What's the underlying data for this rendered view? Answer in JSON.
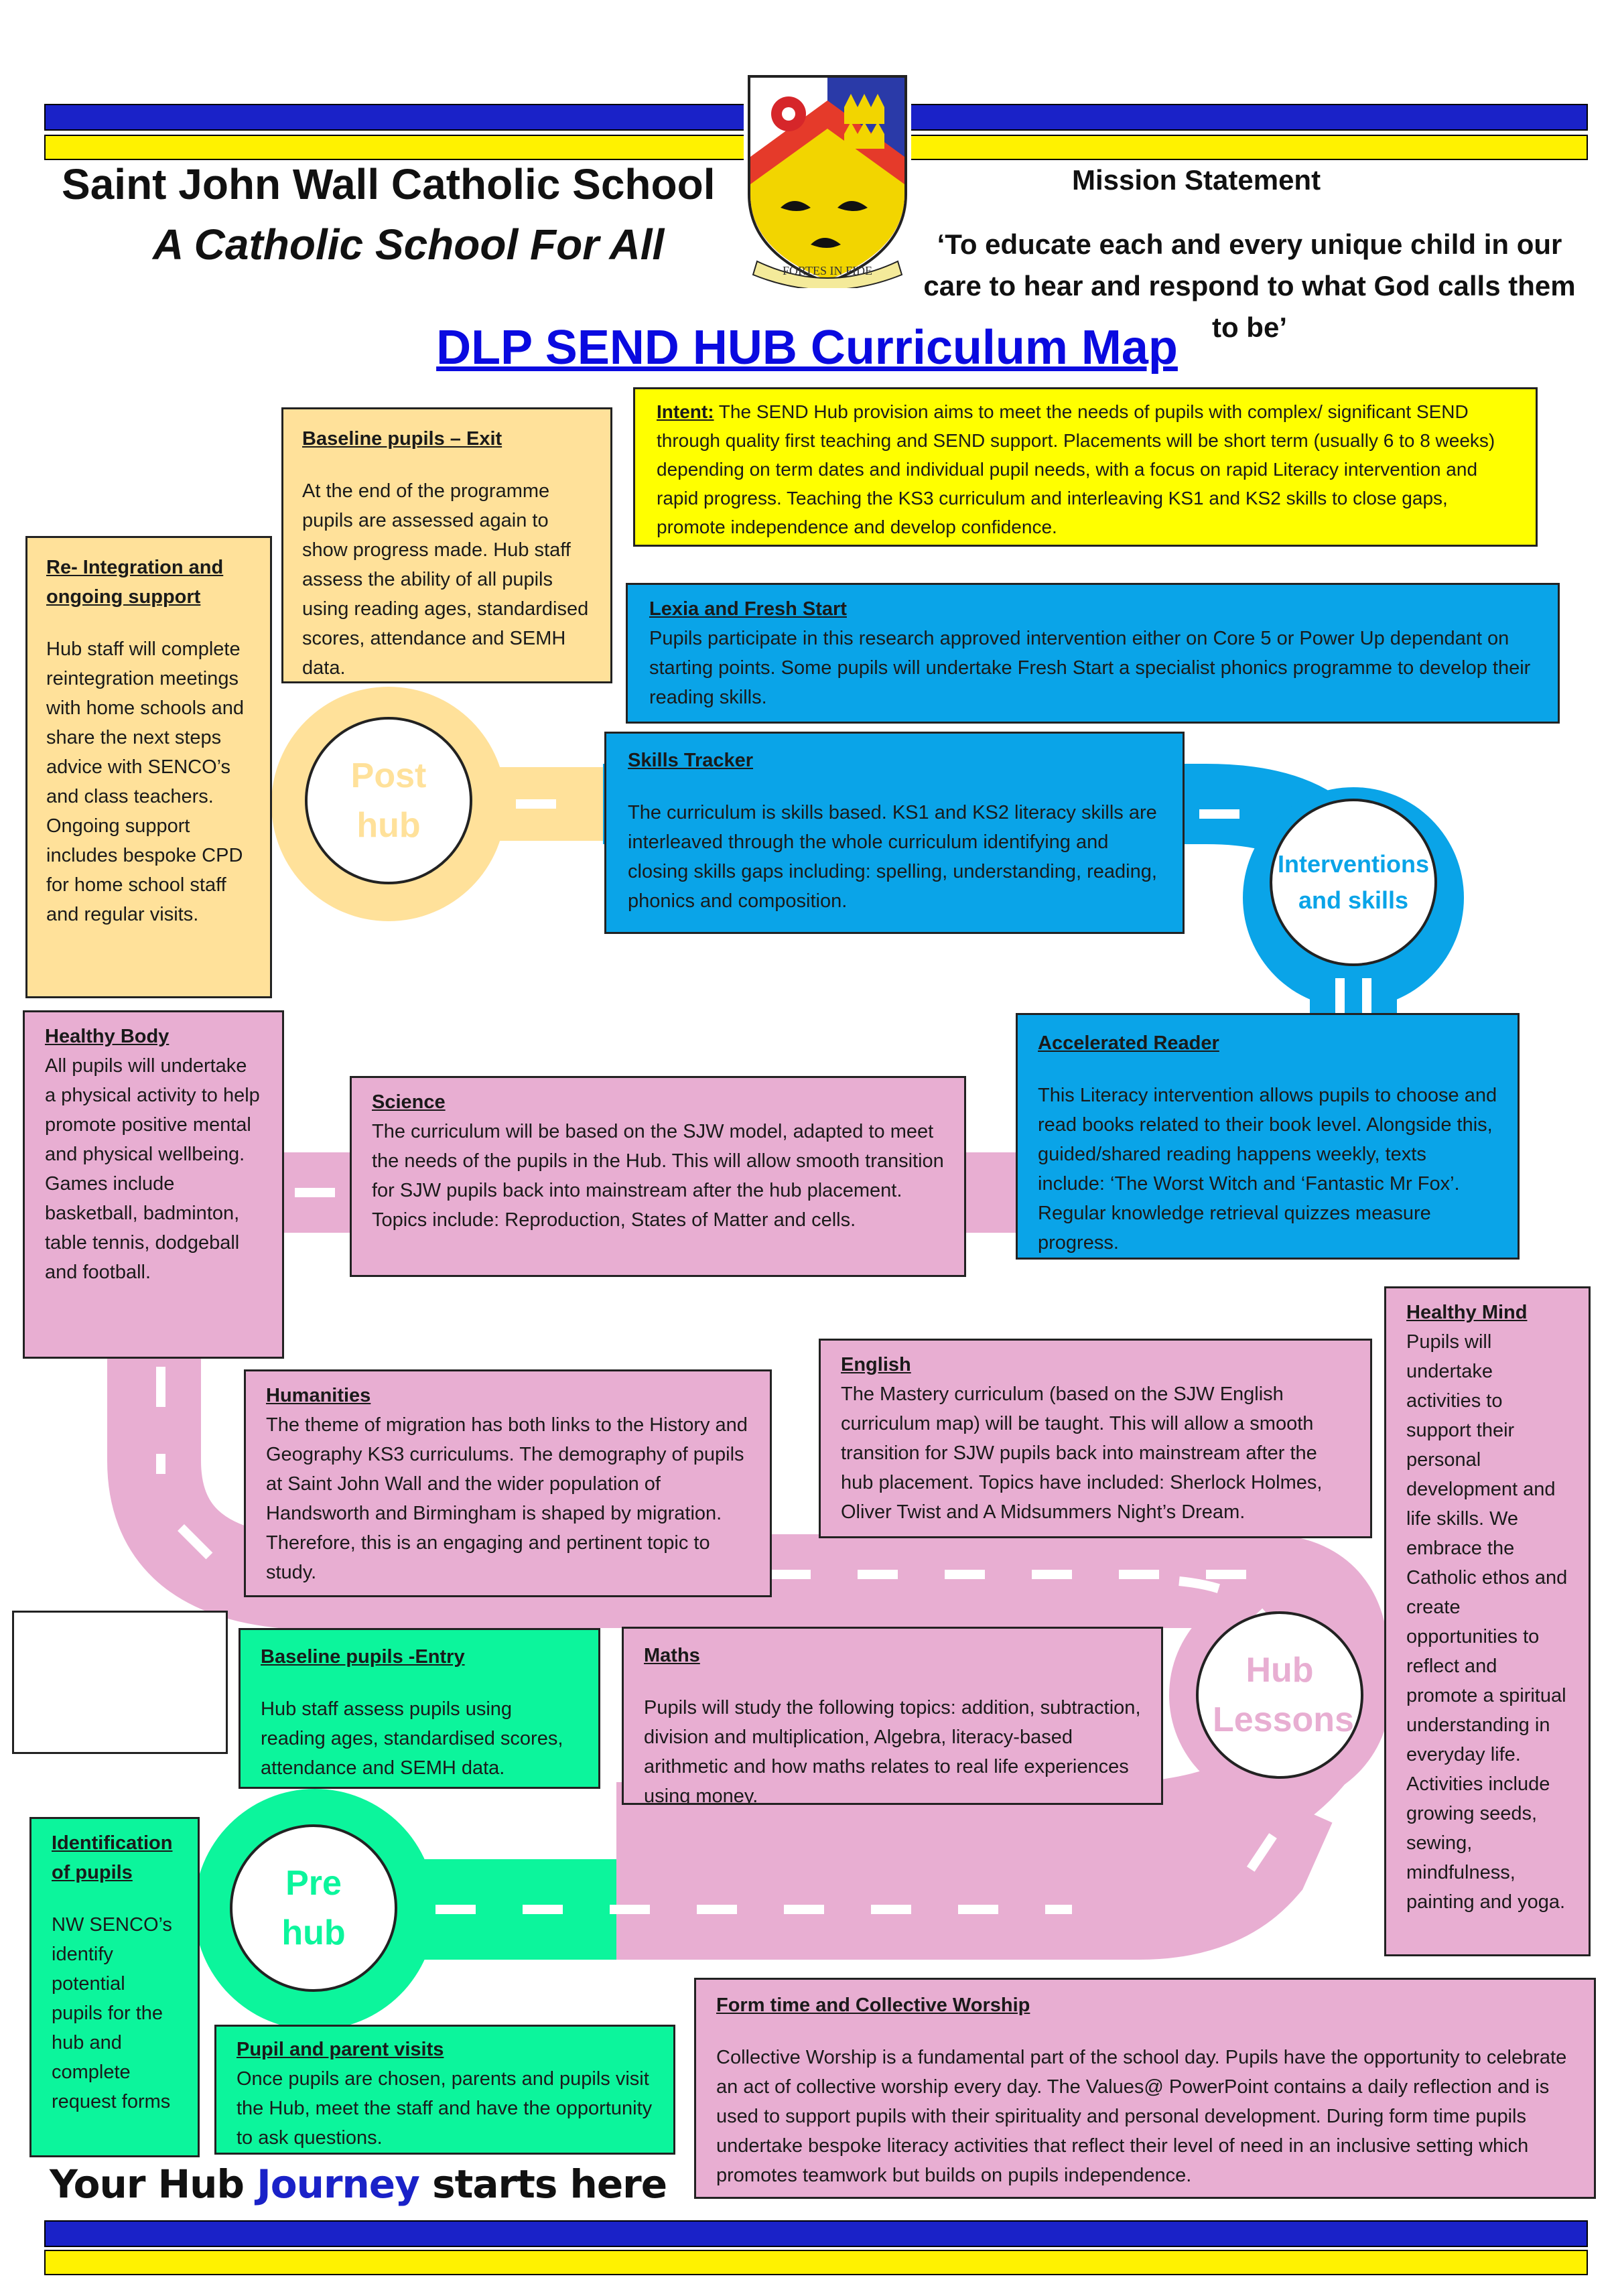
{
  "header": {
    "school_name": "Saint John Wall Catholic School",
    "tagline": "A Catholic School For All",
    "crest_motto": "FORTES IN FIDE",
    "mission_heading": "Mission Statement",
    "mission_text": "‘To educate each and every unique child in our care to hear and respond to what God calls them to be’"
  },
  "title": "DLP SEND HUB Curriculum Map",
  "colors": {
    "blue": "#1a22c8",
    "yellow": "#fff200",
    "peach_road": "#ffe19a",
    "blue_road": "#0aa4e8",
    "pink_road": "#e8aed2",
    "green_road": "#0cf59c",
    "title_blue": "#0a0ae0"
  },
  "intent": {
    "label": "Intent:",
    "text": " The SEND Hub provision aims to meet the needs of pupils with complex/ significant SEND through quality first teaching and SEND support. Placements will be short term (usually 6 to 8 weeks) depending on term dates and individual pupil needs, with a focus on rapid Literacy intervention and rapid progress. Teaching the KS3 curriculum and interleaving KS1 and KS2 skills to close gaps, promote independence and develop confidence."
  },
  "boxes": {
    "baseline_exit": {
      "heading": "Baseline pupils – Exit",
      "text": "At the end of the programme pupils are assessed again to show progress made. Hub staff assess the ability of all pupils using reading ages, standardised scores, attendance and SEMH data."
    },
    "reintegration": {
      "heading": "Re- Integration and ongoing support",
      "text": "Hub staff will complete reintegration meetings with home schools and share the next steps advice with SENCO’s and class teachers. Ongoing support includes bespoke CPD for home school staff and regular visits."
    },
    "lexia": {
      "heading": "Lexia and Fresh Start",
      "text": "Pupils participate in this research approved intervention either on Core 5 or Power Up dependant on starting points. Some pupils will undertake Fresh Start a specialist phonics programme to develop their reading skills."
    },
    "skills_tracker": {
      "heading": "Skills Tracker",
      "text": "The curriculum is skills based. KS1 and KS2 literacy skills are interleaved through the whole curriculum identifying and closing skills gaps including: spelling, understanding, reading, phonics and composition."
    },
    "accelerated_reader": {
      "heading": "Accelerated Reader",
      "text": "This Literacy intervention allows pupils to choose and read books related to their book level. Alongside this, guided/shared reading happens weekly, texts include: ‘The Worst Witch and ‘Fantastic Mr Fox’. Regular knowledge retrieval quizzes measure progress."
    },
    "healthy_body": {
      "heading": "Healthy Body",
      "text": "All pupils will undertake a physical activity to help promote positive mental and physical wellbeing. Games include basketball, badminton, table tennis, dodgeball and football."
    },
    "science": {
      "heading": "Science",
      "text": "The curriculum will be based on the SJW model, adapted to meet the needs of the pupils in the Hub. This will allow smooth transition for SJW pupils back into mainstream after the hub placement. Topics include: Reproduction, States of Matter and cells."
    },
    "healthy_mind": {
      "heading": "Healthy Mind",
      "text": "Pupils will undertake activities to support their personal development and life skills. We embrace the Catholic ethos and create opportunities to reflect and promote a spiritual understanding in everyday life. Activities include growing seeds, sewing, mindfulness, painting and yoga."
    },
    "english": {
      "heading": "English",
      "text": "The Mastery curriculum (based on the SJW English curriculum map) will be taught. This will allow a smooth transition for SJW pupils back into mainstream after the hub placement. Topics have included: Sherlock Holmes, Oliver Twist and A Midsummers Night’s Dream."
    },
    "humanities": {
      "heading": "Humanities",
      "text": "The theme of migration has both links to the History and Geography KS3 curriculums. The demography of pupils at Saint John Wall and the wider population of Handsworth and Birmingham is shaped by migration. Therefore, this is an engaging and pertinent topic to study."
    },
    "baseline_entry": {
      "heading": "Baseline pupils -Entry",
      "text": "Hub staff assess pupils using reading ages, standardised scores, attendance and SEMH data."
    },
    "maths": {
      "heading": "Maths",
      "text": "Pupils will study the following topics: addition, subtraction, division and multiplication, Algebra, literacy-based arithmetic and how maths relates to real life experiences using money."
    },
    "identification": {
      "heading": "Identification of pupils",
      "text": "NW SENCO’s identify potential pupils for the hub and complete request forms"
    },
    "visits": {
      "heading": "Pupil and parent visits",
      "text": "Once pupils are chosen, parents and pupils visit the Hub, meet the staff and have the opportunity to ask questions."
    },
    "form_time": {
      "heading": "Form time and Collective Worship",
      "text": "Collective Worship is a fundamental part of the school day. Pupils have the opportunity to celebrate an act of collective worship every day. The Values@ PowerPoint contains a daily reflection and is used to support pupils with their spirituality and personal development. During form time pupils undertake bespoke literacy activities that reflect their level of need in an inclusive setting which promotes teamwork but builds on pupils independence."
    }
  },
  "milestones": {
    "post_hub": "Post hub",
    "interventions": "Interventions and skills",
    "hub_lessons": "Hub Lessons",
    "pre_hub": "Pre hub"
  },
  "footer": {
    "journey_before": "Your Hub ",
    "journey_accent": "Journey",
    "journey_after": " starts here ..."
  }
}
